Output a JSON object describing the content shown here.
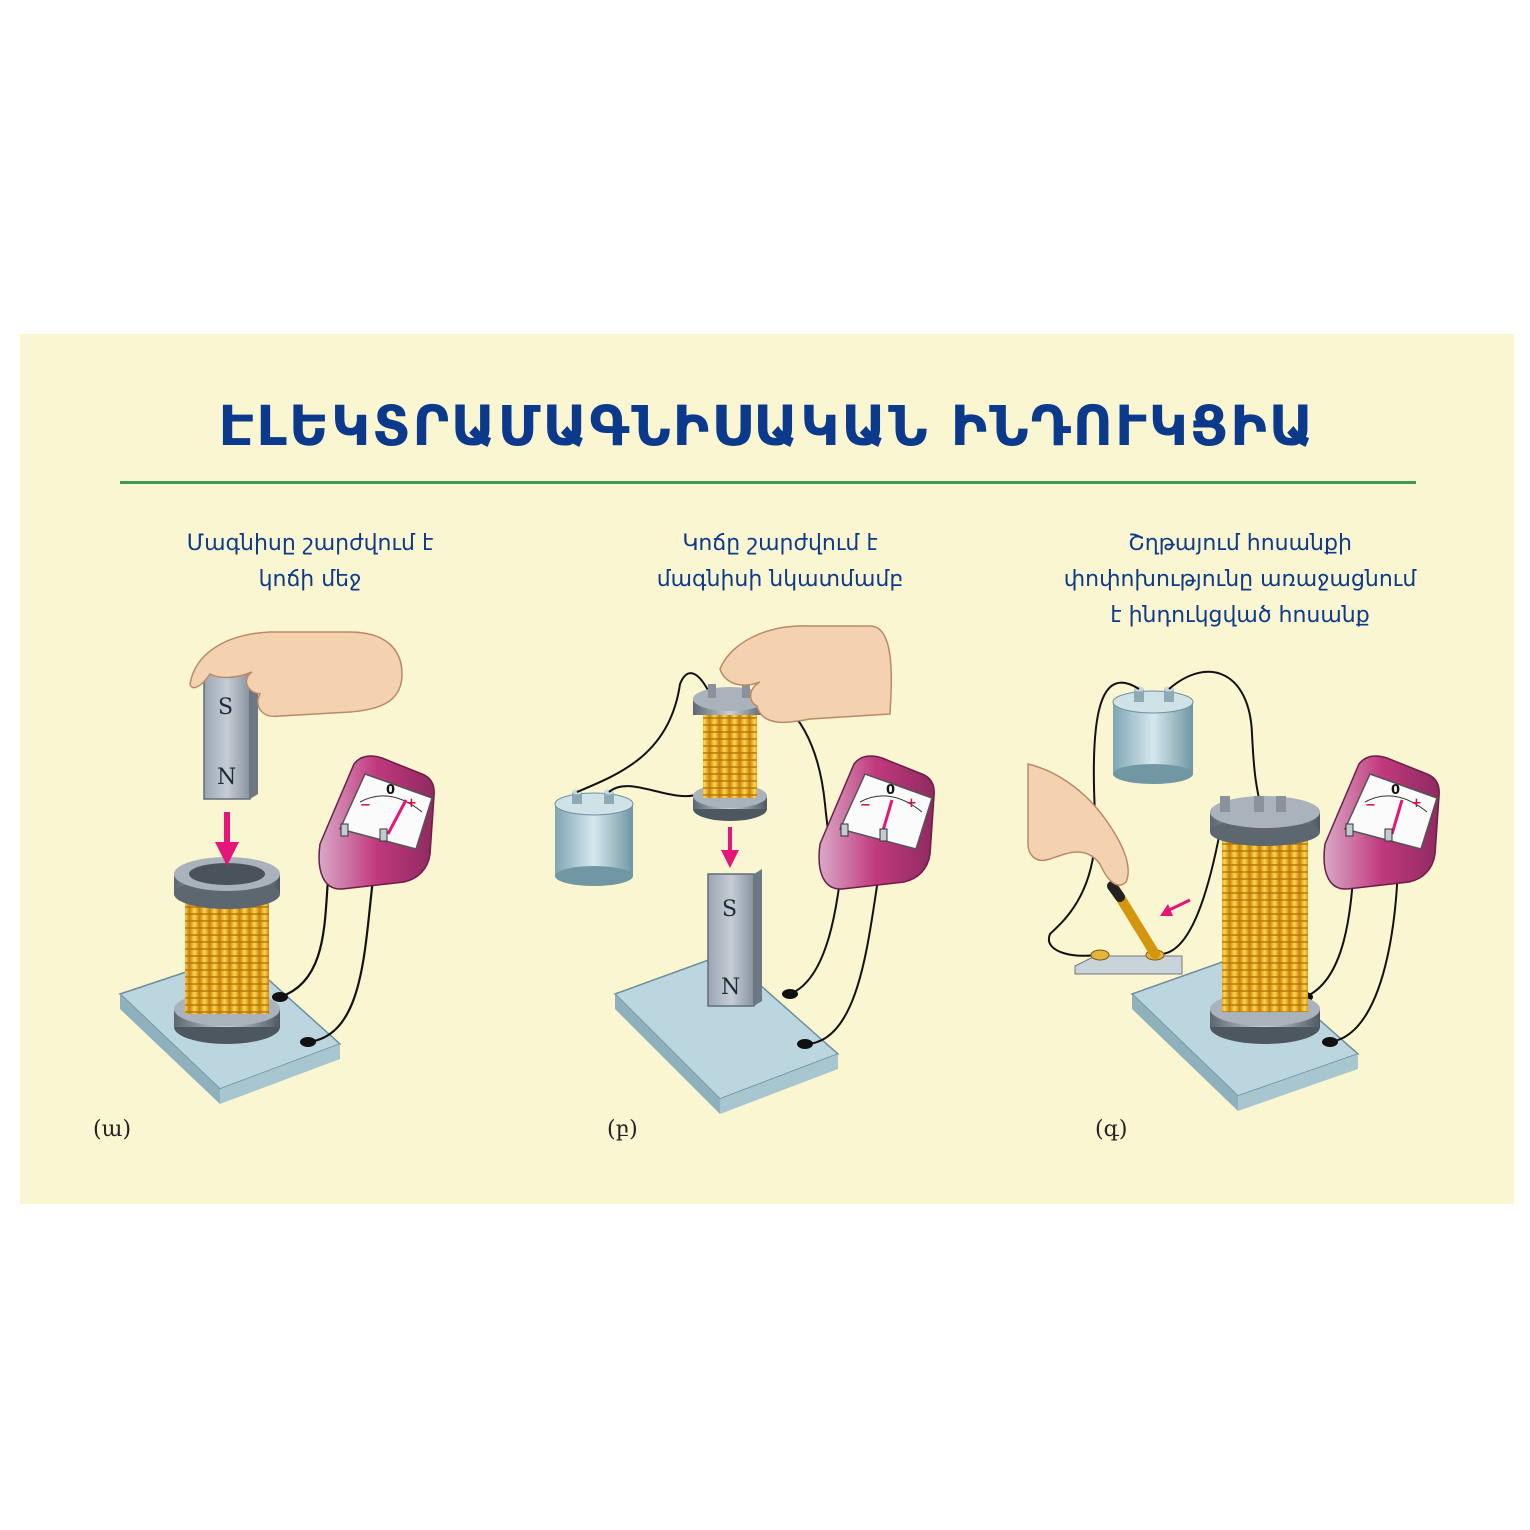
{
  "title": "ԷԼԵԿՏՐԱՄԱԳՆԻՍԱԿԱՆ ԻՆԴՈՒԿՑԻԱ",
  "panels": [
    {
      "caption_lines": [
        "Մագնիսը շարժվում է",
        "կոճի մեջ"
      ],
      "label": "(ա)",
      "magnet_top": "S",
      "magnet_bottom": "N"
    },
    {
      "caption_lines": [
        "Կոճը  շարժվում է",
        "մագնիսի նկատմամբ"
      ],
      "label": "(բ)",
      "magnet_top": "S",
      "magnet_bottom": "N"
    },
    {
      "caption_lines": [
        "Շղթայում հոսանքի",
        "փոփոխությունը առաջացնում",
        "է ինդուկցված հոսանք"
      ],
      "label": "(գ)"
    }
  ],
  "meter": {
    "zero": "0",
    "minus": "−",
    "plus": "+"
  },
  "colors": {
    "title": "#0b3a8c",
    "caption": "#0d3a8a",
    "divider": "#3f9a52",
    "background": "#faf6d2",
    "arrow": "#e6157a",
    "coil": "#f2b21c",
    "meter_case": "#c0397e"
  }
}
